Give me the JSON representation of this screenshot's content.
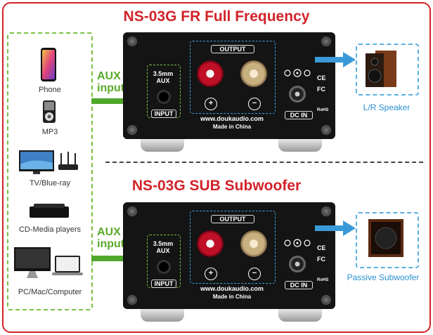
{
  "titles": {
    "top": "NS-03G FR Full Frequency",
    "bottom": "NS-03G SUB Subwoofer"
  },
  "sources": [
    {
      "label": "Phone",
      "icon": "smartphone-icon"
    },
    {
      "label": "MP3",
      "icon": "mp3-player-icon"
    },
    {
      "label": "TV/Blue-ray",
      "icon": "tv-router-icon"
    },
    {
      "label": "CD-Media players",
      "icon": "media-player-icon"
    },
    {
      "label": "PC/Mac/Computer",
      "icon": "computer-icon"
    }
  ],
  "aux_label_line1": "AUX",
  "aux_label_line2": "input",
  "amp": {
    "jack_label_line1": "3.5mm",
    "jack_label_line2": "AUX",
    "input_label": "INPUT",
    "output_label": "OUTPUT",
    "plus": "+",
    "minus": "−",
    "website": "www.doukaudio.com",
    "made_in": "Made in China",
    "dc_label": "DC IN",
    "cert_marks": [
      "CE",
      "FC",
      "RoHS"
    ]
  },
  "destinations": {
    "top": "L/R Speaker",
    "bottom": "Passive Subwoofer"
  },
  "colors": {
    "title_red": "#d2232a",
    "aux_green": "#5aaa2a",
    "arrow_blue": "#3a9ad9",
    "panel_black": "#141414"
  }
}
